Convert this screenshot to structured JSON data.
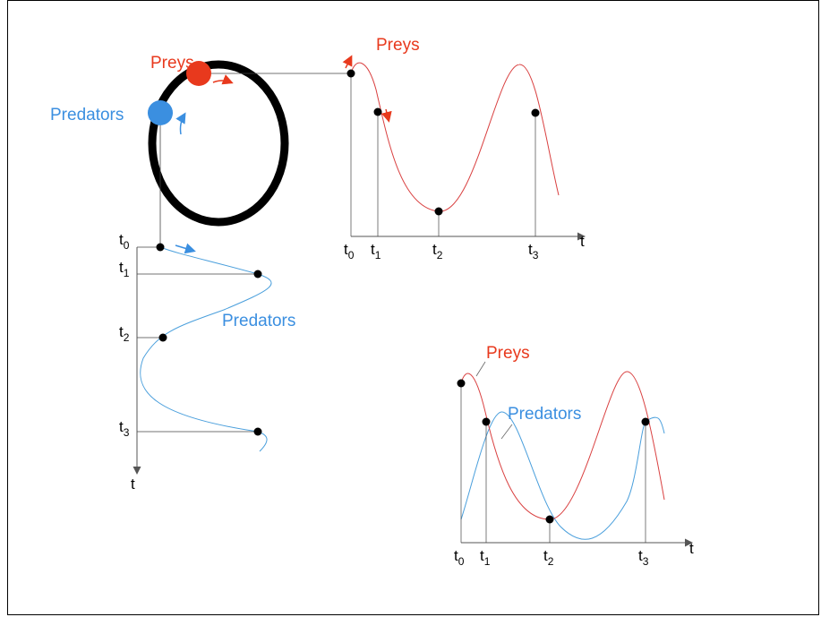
{
  "colors": {
    "prey": "#e8391d",
    "predator": "#3b8fe0",
    "prey_curve": "#d94040",
    "predator_curve": "#4a9fdc",
    "axis": "#000000",
    "frame": "#000000"
  },
  "cycle": {
    "prey_label": "Preys",
    "predator_label": "Predators"
  },
  "prey_plot": {
    "series_label": "Preys",
    "axis_label": "t",
    "ticks": [
      {
        "base": "t",
        "sub": "0"
      },
      {
        "base": "t",
        "sub": "1"
      },
      {
        "base": "t",
        "sub": "2"
      },
      {
        "base": "t",
        "sub": "3"
      }
    ]
  },
  "predator_plot": {
    "series_label": "Predators",
    "axis_label": "t",
    "ticks": [
      {
        "base": "t",
        "sub": "0"
      },
      {
        "base": "t",
        "sub": "1"
      },
      {
        "base": "t",
        "sub": "2"
      },
      {
        "base": "t",
        "sub": "3"
      }
    ]
  },
  "combined_plot": {
    "prey_label": "Preys",
    "predator_label": "Predators",
    "axis_label": "t",
    "ticks": [
      {
        "base": "t",
        "sub": "0"
      },
      {
        "base": "t",
        "sub": "1"
      },
      {
        "base": "t",
        "sub": "2"
      },
      {
        "base": "t",
        "sub": "3"
      }
    ]
  }
}
